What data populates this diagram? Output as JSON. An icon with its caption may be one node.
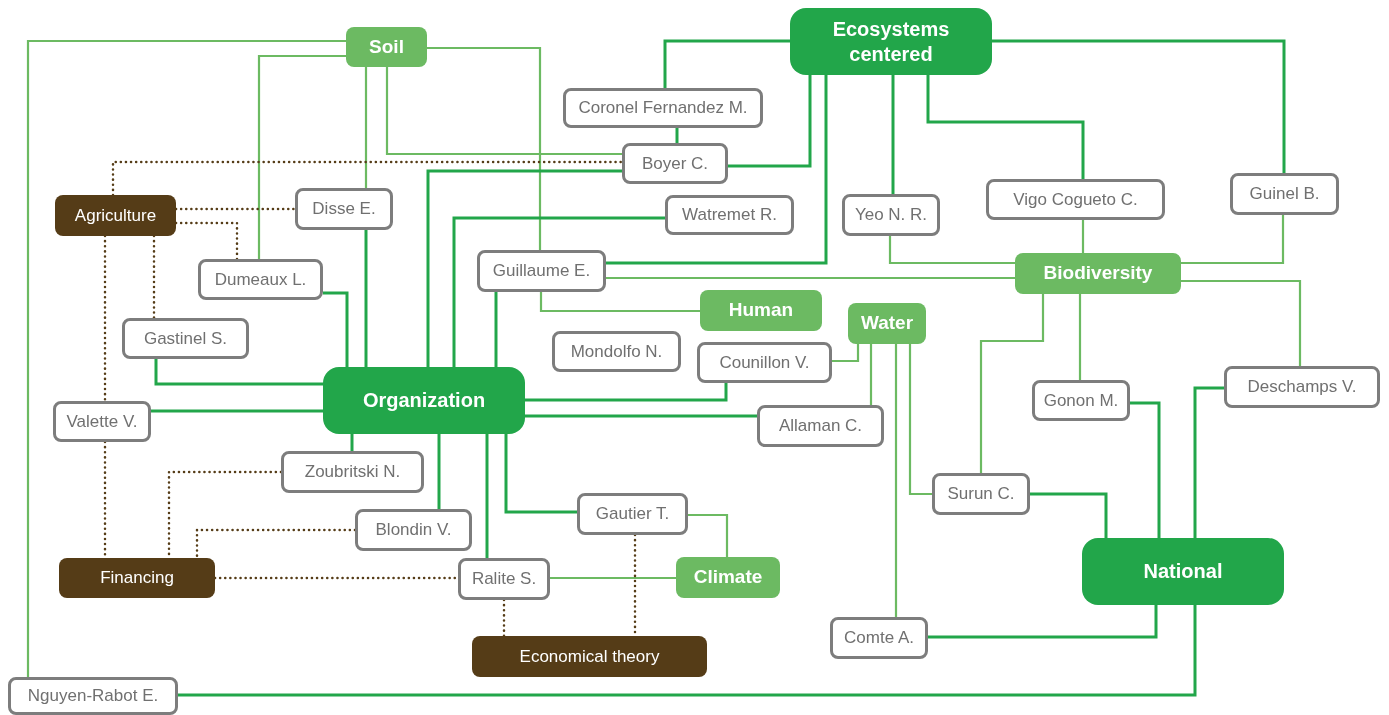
{
  "diagram": {
    "nodes": [
      {
        "text": [
          "Soil"
        ]
      },
      {
        "text": [
          "Ecosystems centered"
        ]
      },
      {
        "text": [
          "Coronel Fernandez M."
        ]
      },
      {
        "text": [
          "Boyer C."
        ]
      },
      {
        "text": [
          "Watremet R."
        ]
      },
      {
        "text": [
          "Agriculture"
        ]
      },
      {
        "text": [
          "Disse E."
        ]
      },
      {
        "text": [
          "Yeo N. R."
        ]
      },
      {
        "text": [
          "Vigo Cogueto C."
        ]
      },
      {
        "text": [
          "Guinel B."
        ]
      },
      {
        "text": [
          "Dumeaux L."
        ]
      },
      {
        "text": [
          "Guillaume E."
        ]
      },
      {
        "text": [
          "Biodiversity"
        ]
      },
      {
        "text": [
          "Human"
        ]
      },
      {
        "text": [
          "Gastinel S."
        ]
      },
      {
        "text": [
          "Mondolfo N."
        ]
      },
      {
        "text": [
          "Water"
        ]
      },
      {
        "text": [
          "Counillon V."
        ]
      },
      {
        "text": [
          "Organization"
        ]
      },
      {
        "text": [
          "Gonon M."
        ]
      },
      {
        "text": [
          "Deschamps V."
        ]
      },
      {
        "text": [
          "Valette V."
        ]
      },
      {
        "text": [
          "Allaman C."
        ]
      },
      {
        "text": [
          "Zoubritski N."
        ]
      },
      {
        "text": [
          "Surun C."
        ]
      },
      {
        "text": [
          "Blondin V."
        ]
      },
      {
        "text": [
          "Gautier T."
        ]
      },
      {
        "text": [
          "National"
        ]
      },
      {
        "text": [
          "Financing"
        ]
      },
      {
        "text": [
          "Ralite S."
        ]
      },
      {
        "text": [
          "Climate"
        ]
      },
      {
        "text": [
          "Comte A."
        ]
      },
      {
        "text": [
          "Economical theory"
        ]
      },
      {
        "text": [
          "Nguyen-Rabot E."
        ]
      }
    ],
    "edges": [
      {
        "from": 0,
        "to": 33,
        "arrow": "none",
        "color": "#6cba62"
      },
      {
        "from": 0,
        "to": 10,
        "arrow": "none",
        "color": "#6cba62"
      },
      {
        "from": 0,
        "to": 6,
        "arrow": "none",
        "color": "#6cba62"
      },
      {
        "from": 0,
        "to": 3,
        "arrow": "none",
        "color": "#6cba62"
      },
      {
        "from": 0,
        "to": 11,
        "arrow": "none",
        "color": "#6cba62"
      },
      {
        "from": 1,
        "to": 2,
        "arrow": "none"
      },
      {
        "from": 1,
        "to": 3,
        "arrow": "none"
      },
      {
        "from": 1,
        "to": 11,
        "arrow": "none"
      },
      {
        "from": 1,
        "to": 7,
        "arrow": "none"
      },
      {
        "from": 1,
        "to": 8,
        "arrow": "none"
      },
      {
        "from": 1,
        "to": 9,
        "arrow": "none"
      },
      {
        "from": 2,
        "to": 3,
        "arrow": "none"
      },
      {
        "from": 7,
        "to": 12,
        "arrow": "none",
        "color": "#6cba62"
      },
      {
        "from": 8,
        "to": 12,
        "arrow": "none",
        "color": "#6cba62"
      },
      {
        "from": 9,
        "to": 12,
        "arrow": "none",
        "color": "#6cba62"
      },
      {
        "from": 11,
        "to": 12,
        "arrow": "none",
        "color": "#6cba62"
      },
      {
        "from": 12,
        "to": 24,
        "arrow": "none",
        "color": "#6cba62"
      },
      {
        "from": 12,
        "to": 19,
        "arrow": "none",
        "color": "#6cba62"
      },
      {
        "from": 12,
        "to": 20,
        "arrow": "none",
        "color": "#6cba62"
      },
      {
        "from": 11,
        "to": 13,
        "arrow": "none",
        "color": "#6cba62"
      },
      {
        "from": 16,
        "to": 17,
        "arrow": "none",
        "color": "#6cba62"
      },
      {
        "from": 16,
        "to": 22,
        "arrow": "none",
        "color": "#6cba62"
      },
      {
        "from": 16,
        "to": 31,
        "arrow": "none",
        "color": "#6cba62"
      },
      {
        "from": 16,
        "to": 24,
        "arrow": "none",
        "color": "#6cba62"
      },
      {
        "from": 24,
        "to": 27,
        "arrow": "none"
      },
      {
        "from": 19,
        "to": 27,
        "arrow": "none"
      },
      {
        "from": 20,
        "to": 27,
        "arrow": "none"
      },
      {
        "from": 31,
        "to": 27,
        "arrow": "none"
      },
      {
        "from": 33,
        "to": 27,
        "arrow": "none"
      },
      {
        "from": 10,
        "to": 18,
        "arrow": "none"
      },
      {
        "from": 6,
        "to": 18,
        "arrow": "none"
      },
      {
        "from": 3,
        "to": 18,
        "arrow": "none"
      },
      {
        "from": 4,
        "to": 18,
        "arrow": "none"
      },
      {
        "from": 11,
        "to": 18,
        "arrow": "none"
      },
      {
        "from": 14,
        "to": 18,
        "arrow": "none"
      },
      {
        "from": 21,
        "to": 18,
        "arrow": "none"
      },
      {
        "from": 17,
        "to": 18,
        "arrow": "none"
      },
      {
        "from": 22,
        "to": 18,
        "arrow": "none"
      },
      {
        "from": 18,
        "to": 23,
        "arrow": "none"
      },
      {
        "from": 18,
        "to": 25,
        "arrow": "none"
      },
      {
        "from": 18,
        "to": 29,
        "arrow": "none"
      },
      {
        "from": 18,
        "to": 26,
        "arrow": "none"
      },
      {
        "from": 26,
        "to": 30,
        "arrow": "none",
        "color": "#6cba62"
      },
      {
        "from": 29,
        "to": 30,
        "arrow": "none",
        "color": "#6cba62"
      },
      {
        "from": 5,
        "to": 3,
        "arrow": "none",
        "style": "dashed",
        "color": "#553c17"
      },
      {
        "from": 5,
        "to": 6,
        "arrow": "none",
        "style": "dashed",
        "color": "#553c17"
      },
      {
        "from": 5,
        "to": 10,
        "arrow": "none",
        "style": "dashed",
        "color": "#553c17"
      },
      {
        "from": 5,
        "to": 14,
        "arrow": "none",
        "style": "dashed",
        "color": "#553c17"
      },
      {
        "from": 5,
        "to": 21,
        "arrow": "none",
        "style": "dashed",
        "color": "#553c17"
      },
      {
        "from": 21,
        "to": 28,
        "arrow": "none",
        "style": "dashed",
        "color": "#553c17"
      },
      {
        "from": 23,
        "to": 28,
        "arrow": "none",
        "style": "dashed",
        "color": "#553c17"
      },
      {
        "from": 25,
        "to": 28,
        "arrow": "none",
        "style": "dashed",
        "color": "#553c17"
      },
      {
        "from": 28,
        "to": 29,
        "arrow": "none",
        "style": "dashed",
        "color": "#553c17"
      },
      {
        "from": 29,
        "to": 32,
        "arrow": "none",
        "style": "dashed",
        "color": "#553c17"
      },
      {
        "from": 26,
        "to": 32,
        "arrow": "none",
        "style": "dashed",
        "color": "#553c17"
      }
    ]
  }
}
